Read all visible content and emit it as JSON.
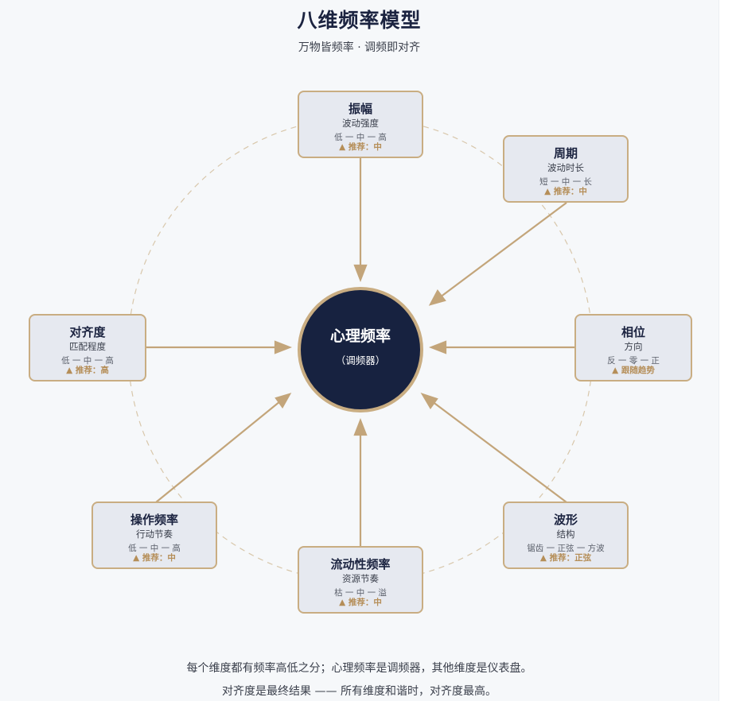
{
  "header": {
    "title": "八维频率模型",
    "subtitle": "万物皆频率 · 调频即对齐"
  },
  "center": {
    "title": "心理频率",
    "subtitle": "（调频器）"
  },
  "nodes": {
    "amplitude": {
      "title": "振幅",
      "subtitle": "波动强度",
      "scale": "低 一 中 一 高",
      "recommend": "▲ 推荐：中"
    },
    "period": {
      "title": "周期",
      "subtitle": "波动时长",
      "scale": "短 一 中 一 长",
      "recommend": "▲ 推荐：中"
    },
    "alignment": {
      "title": "对齐度",
      "subtitle": "匹配程度",
      "scale": "低 一 中 一 高",
      "recommend": "▲ 推荐：高"
    },
    "phase": {
      "title": "相位",
      "subtitle": "方向",
      "scale": "反 一 零 一 正",
      "recommend": "▲ 跟随趋势"
    },
    "operation": {
      "title": "操作频率",
      "subtitle": "行动节奏",
      "scale": "低 一 中 一 高",
      "recommend": "▲ 推荐：中"
    },
    "waveform": {
      "title": "波形",
      "subtitle": "结构",
      "scale": "锯齿 一 正弦 一 方波",
      "recommend": "▲ 推荐：正弦"
    },
    "flow": {
      "title": "流动性频率",
      "subtitle": "资源节奏",
      "scale": "枯 一 中 一 溢",
      "recommend": "▲ 推荐：中"
    }
  },
  "footer": {
    "line1": "每个维度都有频率高低之分；心理频率是调频器，其他维度是仪表盘。",
    "line2": "对齐度是最终结果 —— 所有维度和谐时，对齐度最高。"
  },
  "colors": {
    "accent": "#c9ad82",
    "center_fill": "#172240",
    "node_fill": "#e6e9f0",
    "recommend_text": "#b58e58"
  }
}
